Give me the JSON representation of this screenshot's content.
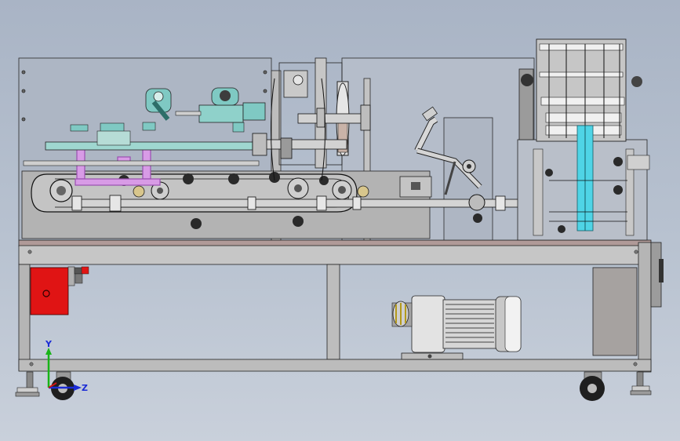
{
  "scene": {
    "subject": "packaging-machine-cad-side-view",
    "colors": {
      "background_top": "#a9b4c5",
      "background_bottom": "#c9d0db",
      "frame": "#8f8f8f",
      "frame_light": "#b5b5b5",
      "line": "#1f1f1f",
      "teal": "#7fc9c3",
      "red": "#e01414",
      "pink": "#c98ad9",
      "cyan_belt": "#4fd4e6",
      "motor": "#d9d9d9",
      "tabletop": "#b09a98",
      "panel": "#a6a2a0"
    }
  },
  "triad": {
    "x_label": "",
    "y_label": "Y",
    "z_label": "Z",
    "x_color": "#d21414",
    "y_color": "#18b418",
    "z_color": "#1a2bd6"
  }
}
